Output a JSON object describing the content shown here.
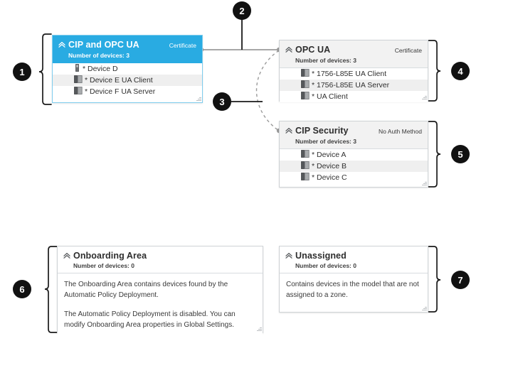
{
  "colors": {
    "accent_blue": "#29abe2",
    "header_gray": "#f2f2f2",
    "row_alt": "#efefef",
    "badge_black": "#111111",
    "connector_gray": "#8a8a8a",
    "card_border": "#cfd3d6"
  },
  "labels": {
    "devices_prefix": "Number of devices:",
    "collapse_icon": "double-chevron-up-icon"
  },
  "zones": [
    {
      "id": "cip-and-opc-ua",
      "title": "CIP and OPC UA",
      "auth_badge": "Certificate",
      "device_count_text": "Number of devices: 3",
      "selected": true,
      "devices": [
        {
          "name": "* Device D",
          "icon": "device-single-icon"
        },
        {
          "name": "* Device E UA Client",
          "icon": "device-pair-icon"
        },
        {
          "name": "* Device F UA Server",
          "icon": "device-pair-icon"
        }
      ]
    },
    {
      "id": "opc-ua",
      "title": "OPC UA",
      "auth_badge": "Certificate",
      "device_count_text": "Number of devices: 3",
      "selected": false,
      "devices": [
        {
          "name": "* 1756-L85E UA Client",
          "icon": "device-pair-icon"
        },
        {
          "name": "* 1756-L85E UA Server",
          "icon": "device-pair-icon"
        },
        {
          "name": "* UA Client",
          "icon": "device-pair-icon"
        }
      ]
    },
    {
      "id": "cip-security",
      "title": "CIP Security",
      "auth_badge": "No Auth Method",
      "device_count_text": "Number of devices: 3",
      "selected": false,
      "devices": [
        {
          "name": "* Device A",
          "icon": "device-pair-icon"
        },
        {
          "name": "* Device B",
          "icon": "device-pair-icon"
        },
        {
          "name": "* Device C",
          "icon": "device-pair-icon"
        }
      ]
    },
    {
      "id": "onboarding-area",
      "title": "Onboarding Area",
      "auth_badge": "",
      "device_count_text": "Number of devices: 0",
      "selected": false,
      "paragraphs": [
        "The Onboarding Area contains devices found by the Automatic Policy Deployment.",
        "The Automatic Policy Deployment is disabled. You can modify Onboarding Area properties in Global Settings."
      ]
    },
    {
      "id": "unassigned",
      "title": "Unassigned",
      "auth_badge": "",
      "device_count_text": "Number of devices: 0",
      "selected": false,
      "paragraphs": [
        "Contains devices in the model that are not assigned to a zone."
      ]
    }
  ],
  "callouts": [
    {
      "number": "1",
      "target": "cip-and-opc-ua-card"
    },
    {
      "number": "2",
      "target": "zone-link-connector"
    },
    {
      "number": "3",
      "target": "dashed-relation-connector"
    },
    {
      "number": "4",
      "target": "opc-ua-card"
    },
    {
      "number": "5",
      "target": "cip-security-card"
    },
    {
      "number": "6",
      "target": "onboarding-area-card"
    },
    {
      "number": "7",
      "target": "unassigned-card"
    }
  ]
}
